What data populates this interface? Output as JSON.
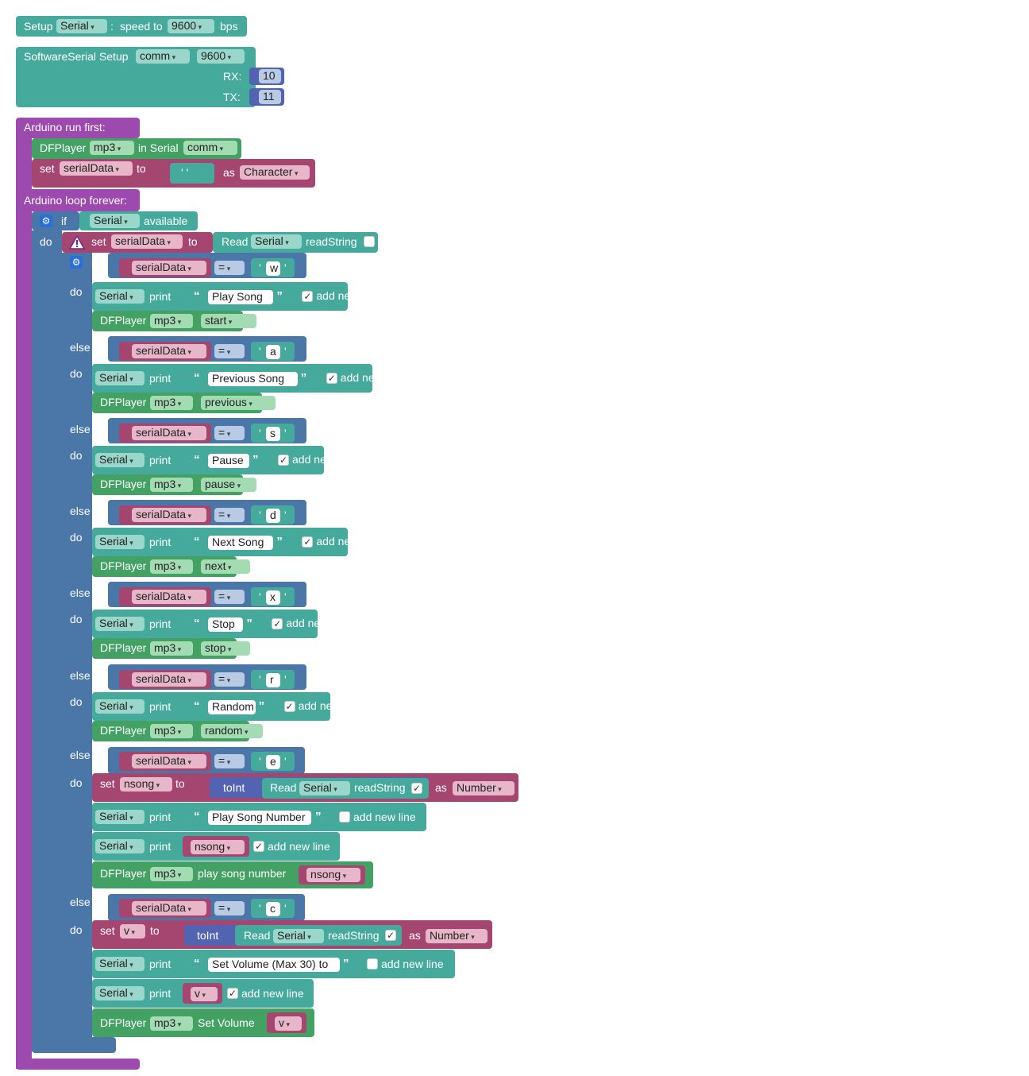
{
  "colors": {
    "teal": "#45a99c",
    "green": "#42a163",
    "purple": "#9c4aad",
    "blue": "#4a76a8",
    "magenta": "#a54670",
    "navy": "#5163b1"
  },
  "setup_block": {
    "label": "Setup",
    "serial": "Serial",
    "sep": ":",
    "speed_label": "speed to",
    "speed": "9600",
    "unit": "bps"
  },
  "softserial_block": {
    "label": "SoftwareSerial Setup",
    "name": "comm",
    "baud": "9600",
    "rx_label": "RX:",
    "rx": "10",
    "tx_label": "TX:",
    "tx": "11"
  },
  "arduino": {
    "run_first": "Arduino run first:",
    "loop_forever": "Arduino loop forever:"
  },
  "dfplayer_init": {
    "label": "DFPlayer",
    "player": "mp3",
    "in_serial": "in Serial",
    "serial": "comm"
  },
  "set_serialdata": {
    "set": "set",
    "var": "serialData",
    "to": "to",
    "char": "' '",
    "as": "as",
    "type": "Character"
  },
  "if_available": {
    "if": "if",
    "serial": "Serial",
    "available": "available",
    "do": "do"
  },
  "read_block": {
    "set": "set",
    "var": "serialData",
    "to": "to",
    "read": "Read",
    "serial": "Serial",
    "read_string": "readString"
  },
  "kw": {
    "if": "if",
    "else_if": "else if",
    "do": "do",
    "print": "print",
    "add_new_line": "add new line",
    "eq": "=",
    "dfplayer": "DFPlayer",
    "mp3": "mp3",
    "serial": "Serial",
    "serialData": "serialData",
    "check": "✓",
    "open_quote": "“",
    "close_quote": "”"
  },
  "cases": [
    {
      "key": "w",
      "message": "Play Song",
      "checked": true,
      "action": "start"
    },
    {
      "key": "a",
      "message": "Previous Song",
      "checked": true,
      "action": "previous"
    },
    {
      "key": "s",
      "message": "Pause",
      "checked": true,
      "action": "pause"
    },
    {
      "key": "d",
      "message": "Next Song",
      "checked": true,
      "action": "next"
    },
    {
      "key": "x",
      "message": "Stop",
      "checked": true,
      "action": "stop"
    },
    {
      "key": "r",
      "message": "Random",
      "checked": true,
      "action": "random"
    }
  ],
  "case_e": {
    "key": "e",
    "set": "set",
    "var": "nsong",
    "to": "to",
    "toint": "toInt",
    "read": "Read",
    "serial": "Serial",
    "read_string": "readString",
    "as": "as",
    "type": "Number",
    "message": "Play Song Number",
    "print_var": "nsong",
    "play_label": "play song number",
    "play_var": "nsong"
  },
  "case_c": {
    "key": "c",
    "set": "set",
    "var": "v",
    "to": "to",
    "toint": "toInt",
    "read": "Read",
    "serial": "Serial",
    "read_string": "readString",
    "as": "as",
    "type": "Number",
    "message": "Set Volume (Max 30) to",
    "print_var": "v",
    "volume_label": "Set Volume",
    "volume_var": "v"
  }
}
